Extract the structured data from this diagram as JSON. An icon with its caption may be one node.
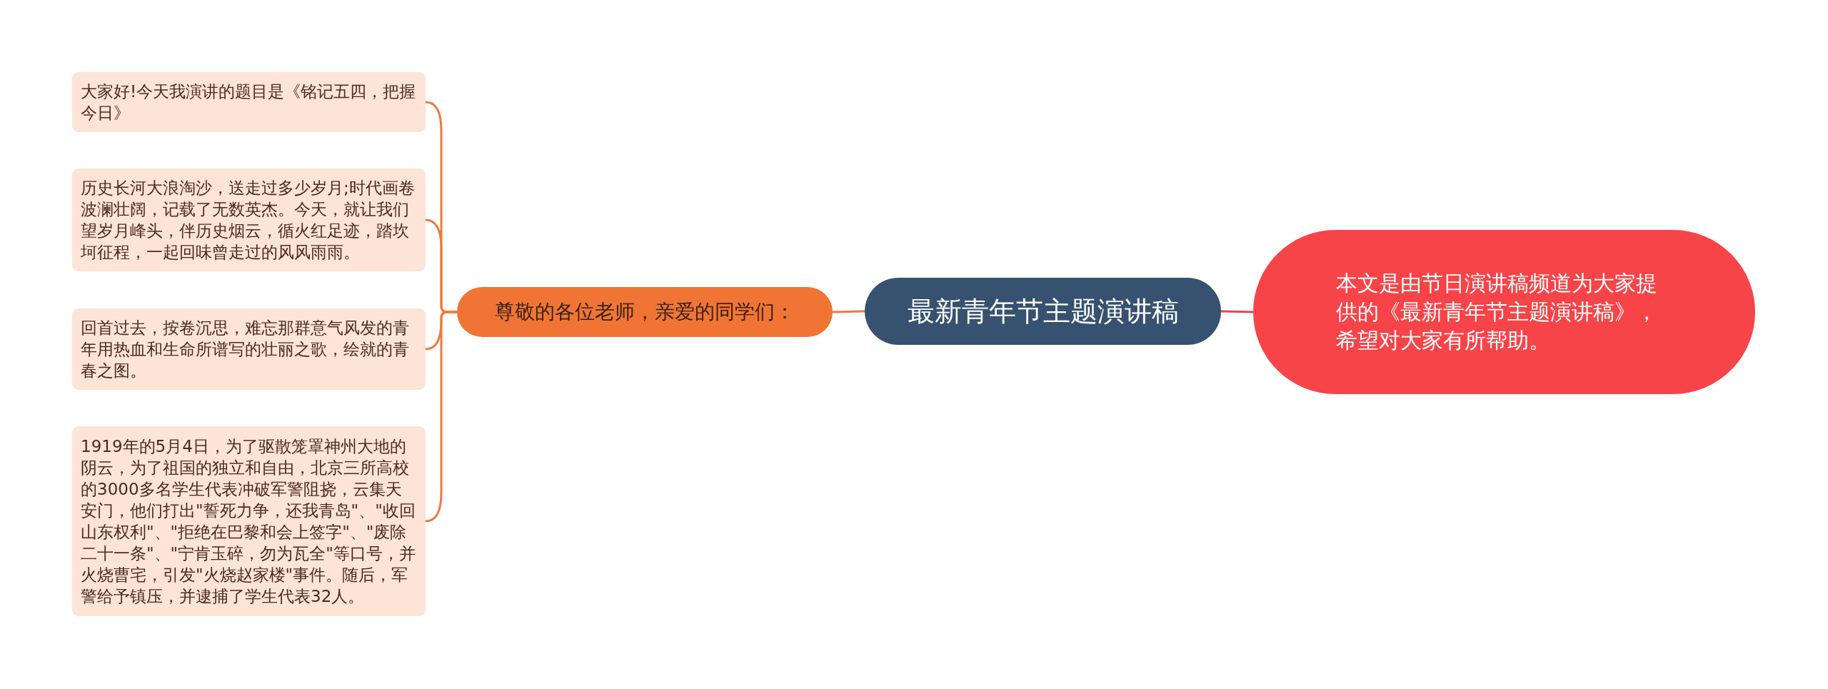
{
  "diagram": {
    "nodes": [
      {
        "text": [
          "最新青年节主题演讲稿"
        ]
      },
      {
        "text": [
          "尊敬的各位老师，亲爱的同学们："
        ]
      },
      {
        "text": [
          "大家好!今天我演讲的题目是《铭记五四，把握今日》"
        ]
      },
      {
        "text": [
          "历史长河大浪淘沙，送走过多少岁月;时代画卷波澜壮阔，记载了无数英杰。今天，就让我们望岁月峰头，伴历史烟云，循火红足迹，踏坎坷征程，一起回味曾走过的风风雨雨。"
        ]
      },
      {
        "text": [
          "回首过去，按卷沉思，难忘那群意气风发的青年用热血和生命所谱写的壮丽之歌，绘就的青春之图。"
        ]
      },
      {
        "text": [
          "1919年的5月4日，为了驱散笼罩神州大地的阴云，为了祖国的独立和自由，北京三所高校的3000多名学生代表冲破军警阻挠，云集天安门，他们打出\"誓死力争，还我青岛\"、\"收回山东权利\"、\"拒绝在巴黎和会上签字\"、\"废除二十一条\"、\"宁肯玉碎，勿为瓦全\"等口号，并火烧曹宅，引发\"火烧赵家楼\"事件。随后，军警给予镇压，并逮捕了学生代表32人。"
        ]
      },
      {
        "text": [
          "本文是由节日演讲稿频道为大家提供的《最新青年节主题演讲稿》，希望对大家有所帮助。"
        ]
      }
    ],
    "edges": [
      {
        "from": 0,
        "to": 1,
        "arrow": "none"
      },
      {
        "from": 1,
        "to": 2,
        "arrow": "none"
      },
      {
        "from": 1,
        "to": 3,
        "arrow": "none"
      },
      {
        "from": 1,
        "to": 4,
        "arrow": "none"
      },
      {
        "from": 1,
        "to": 5,
        "arrow": "none"
      },
      {
        "from": 0,
        "to": 6,
        "arrow": "none",
        "color": "#e5484d"
      }
    ]
  }
}
